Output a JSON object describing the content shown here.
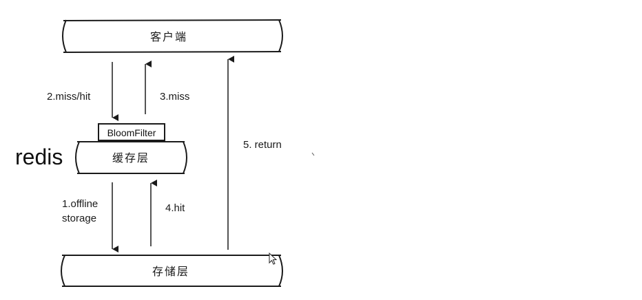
{
  "nodes": {
    "client": {
      "label": "客户端"
    },
    "cache": {
      "label": "缓存层"
    },
    "storage": {
      "label": "存储层"
    },
    "bloom_filter": {
      "label": "BloomFilter"
    },
    "redis": {
      "label": "redis"
    }
  },
  "edges": [
    {
      "id": "miss-hit",
      "label": "2.miss/hit",
      "from": "client",
      "to": "cache"
    },
    {
      "id": "miss",
      "label": "3.miss",
      "from": "cache",
      "to": "client"
    },
    {
      "id": "offline-storage",
      "label_line1": "1.offline",
      "label_line2": "storage",
      "from": "cache",
      "to": "storage"
    },
    {
      "id": "hit",
      "label": "4.hit",
      "from": "storage",
      "to": "cache"
    },
    {
      "id": "return",
      "label": "5. return",
      "from": "storage",
      "to": "client"
    }
  ],
  "colors": {
    "stroke": "#1a1a1a",
    "background": "#ffffff"
  }
}
